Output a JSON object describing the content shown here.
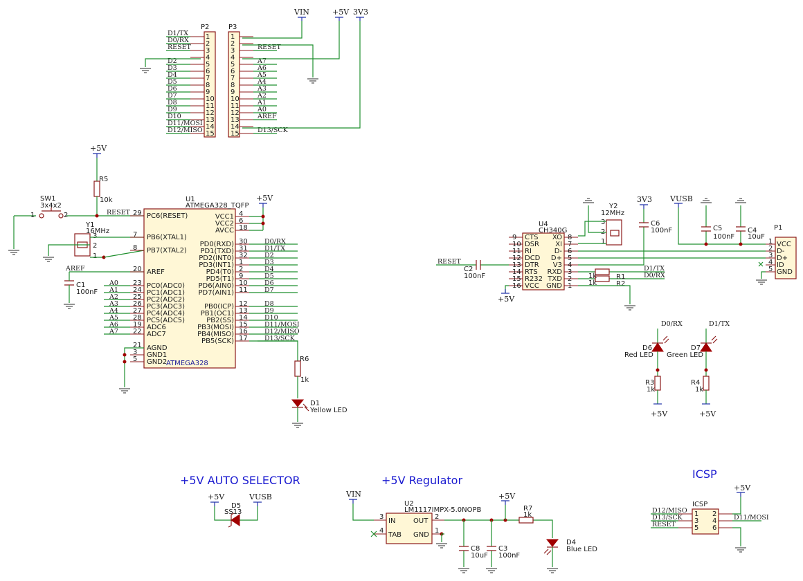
{
  "sections": {
    "auto_selector": "+5V AUTO SELECTOR",
    "regulator": "+5V Regulator",
    "icsp": "ICSP"
  },
  "power": {
    "vin": "VIN",
    "p5v": "+5V",
    "v3v3": "3V3",
    "vusb": "VUSB"
  },
  "p2": {
    "ref": "P2",
    "pins": [
      "1",
      "2",
      "3",
      "4",
      "5",
      "6",
      "7",
      "8",
      "9",
      "10",
      "11",
      "12",
      "13",
      "14",
      "15"
    ],
    "nets": [
      "D1/TX",
      "D0/RX",
      "RESET",
      "",
      "D2",
      "D3",
      "D4",
      "D5",
      "D6",
      "D7",
      "D8",
      "D9",
      "D10",
      "D11/MOSI",
      "D12/MISO"
    ]
  },
  "p3": {
    "ref": "P3",
    "pins": [
      "1",
      "2",
      "3",
      "4",
      "5",
      "6",
      "7",
      "8",
      "9",
      "10",
      "11",
      "12",
      "13",
      "14",
      "15"
    ],
    "nets": [
      "",
      "",
      "RESET",
      "",
      "A7",
      "A6",
      "A5",
      "A4",
      "A3",
      "A2",
      "A1",
      "A0",
      "AREF",
      "",
      "D13/SCK"
    ]
  },
  "u1": {
    "ref": "U1",
    "part": "ATMEGA328_TQFP",
    "name": "ATMEGA328",
    "left": [
      {
        "num": "29",
        "name": "PC6(RESET)"
      },
      {
        "num": "7",
        "name": "PB6(XTAL1)"
      },
      {
        "num": "8",
        "name": "PB7(XTAL2)"
      },
      {
        "num": "20",
        "name": "AREF"
      },
      {
        "num": "23",
        "name": "PC0(ADC0)"
      },
      {
        "num": "24",
        "name": "PC1(ADC1)"
      },
      {
        "num": "25",
        "name": "PC2(ADC2)"
      },
      {
        "num": "26",
        "name": "PC3(ADC3)"
      },
      {
        "num": "27",
        "name": "PC4(ADC4)"
      },
      {
        "num": "28",
        "name": "PC5(ADC5)"
      },
      {
        "num": "19",
        "name": "ADC6"
      },
      {
        "num": "22",
        "name": "ADC7"
      },
      {
        "num": "21",
        "name": "AGND"
      },
      {
        "num": "3",
        "name": "GND1"
      },
      {
        "num": "5",
        "name": "GND2"
      }
    ],
    "left_nets": [
      "RESET",
      "",
      "",
      "AREF",
      "A0",
      "A1",
      "A2",
      "A3",
      "A4",
      "A5",
      "A6",
      "A7",
      "",
      "",
      ""
    ],
    "right": [
      {
        "num": "4",
        "name": "VCC1"
      },
      {
        "num": "6",
        "name": "VCC2"
      },
      {
        "num": "18",
        "name": "AVCC"
      },
      {
        "num": "30",
        "name": "PD0(RXD)"
      },
      {
        "num": "31",
        "name": "PD1(TXD)"
      },
      {
        "num": "32",
        "name": "PD2(INT0)"
      },
      {
        "num": "1",
        "name": "PD3(INT1)"
      },
      {
        "num": "2",
        "name": "PD4(T0)"
      },
      {
        "num": "9",
        "name": "PD5(T1)"
      },
      {
        "num": "10",
        "name": "PD6(AIN0)"
      },
      {
        "num": "11",
        "name": "PD7(AIN1)"
      },
      {
        "num": "12",
        "name": "PB0(ICP)"
      },
      {
        "num": "13",
        "name": "PB1(OC1)"
      },
      {
        "num": "14",
        "name": "PB2(SS)"
      },
      {
        "num": "15",
        "name": "PB3(MOSI)"
      },
      {
        "num": "16",
        "name": "PB4(MISO)"
      },
      {
        "num": "17",
        "name": "PB5(SCK)"
      }
    ],
    "right_nets": [
      "",
      "",
      "",
      "D0/RX",
      "D1/TX",
      "D2",
      "D3",
      "D4",
      "D5",
      "D6",
      "D7",
      "D8",
      "D9",
      "D10",
      "D11/MOSI",
      "D12/MISO",
      "D13/SCK"
    ]
  },
  "u4": {
    "ref": "U4",
    "part": "CH340G",
    "left": [
      {
        "num": "9",
        "name": "CTS"
      },
      {
        "num": "10",
        "name": "DSR"
      },
      {
        "num": "11",
        "name": "RI"
      },
      {
        "num": "12",
        "name": "DCD"
      },
      {
        "num": "13",
        "name": "DTR"
      },
      {
        "num": "14",
        "name": "RTS"
      },
      {
        "num": "15",
        "name": "R232"
      },
      {
        "num": "16",
        "name": "VCC"
      }
    ],
    "right": [
      {
        "num": "8",
        "name": "XO"
      },
      {
        "num": "7",
        "name": "XI"
      },
      {
        "num": "6",
        "name": "D-"
      },
      {
        "num": "5",
        "name": "D+"
      },
      {
        "num": "4",
        "name": "V3"
      },
      {
        "num": "3",
        "name": "RXD"
      },
      {
        "num": "2",
        "name": "TXD"
      },
      {
        "num": "1",
        "name": "GND"
      }
    ]
  },
  "p1": {
    "ref": "P1",
    "pins": [
      {
        "num": "1",
        "name": "VCC"
      },
      {
        "num": "2",
        "name": "D-"
      },
      {
        "num": "3",
        "name": "D+"
      },
      {
        "num": "4",
        "name": "ID"
      },
      {
        "num": "5",
        "name": "GND"
      }
    ]
  },
  "u2": {
    "ref": "U2",
    "part": "LM1117IMPX-5.0NOPB",
    "pins": [
      {
        "num": "3",
        "name": "IN"
      },
      {
        "num": "4",
        "name": "TAB"
      },
      {
        "num": "2",
        "name": "OUT"
      },
      {
        "num": "1",
        "name": "GND"
      }
    ]
  },
  "icsp": {
    "ref": "ICSP",
    "pins": [
      "1",
      "2",
      "3",
      "4",
      "5",
      "6"
    ],
    "left_nets": [
      "D12/MISO",
      "D13/SCK",
      "RESET"
    ],
    "right_nets": [
      "D11/MOSI"
    ]
  },
  "components": {
    "sw1": {
      "ref": "SW1",
      "value": "3x4x2",
      "pin1": "1",
      "pin2": "2"
    },
    "r5": {
      "ref": "R5",
      "value": "10k"
    },
    "y1": {
      "ref": "Y1",
      "value": "16MHz",
      "pins": [
        "3",
        "2",
        "1"
      ]
    },
    "c1": {
      "ref": "C1",
      "value": "100nF"
    },
    "y2": {
      "ref": "Y2",
      "value": "12MHz",
      "pins": [
        "3",
        "2",
        "1"
      ]
    },
    "c6": {
      "ref": "C6",
      "value": "100nF"
    },
    "c2": {
      "ref": "C2",
      "value": "100nF"
    },
    "c5": {
      "ref": "C5",
      "value": "100nF"
    },
    "c4": {
      "ref": "C4",
      "value": "10uF"
    },
    "r1": {
      "ref": "R1",
      "value": "1k"
    },
    "r2": {
      "ref": "R2",
      "value": "1k"
    },
    "r6": {
      "ref": "R6",
      "value": "1k"
    },
    "d1": {
      "ref": "D1",
      "value": "Yellow LED"
    },
    "d6": {
      "ref": "D6",
      "value": "Red LED"
    },
    "d7": {
      "ref": "D7",
      "value": "Green LED"
    },
    "r3": {
      "ref": "R3",
      "value": "1k"
    },
    "r4": {
      "ref": "R4",
      "value": "1k"
    },
    "d5": {
      "ref": "D5",
      "value": "SS13"
    },
    "c8": {
      "ref": "C8",
      "value": "10uF"
    },
    "c3": {
      "ref": "C3",
      "value": "100nF"
    },
    "r7": {
      "ref": "R7",
      "value": "1k"
    },
    "d4": {
      "ref": "D4",
      "value": "Blue LED"
    }
  },
  "nets": {
    "reset": "RESET",
    "aref": "AREF",
    "d0rx": "D0/RX",
    "d1tx": "D1/TX"
  }
}
